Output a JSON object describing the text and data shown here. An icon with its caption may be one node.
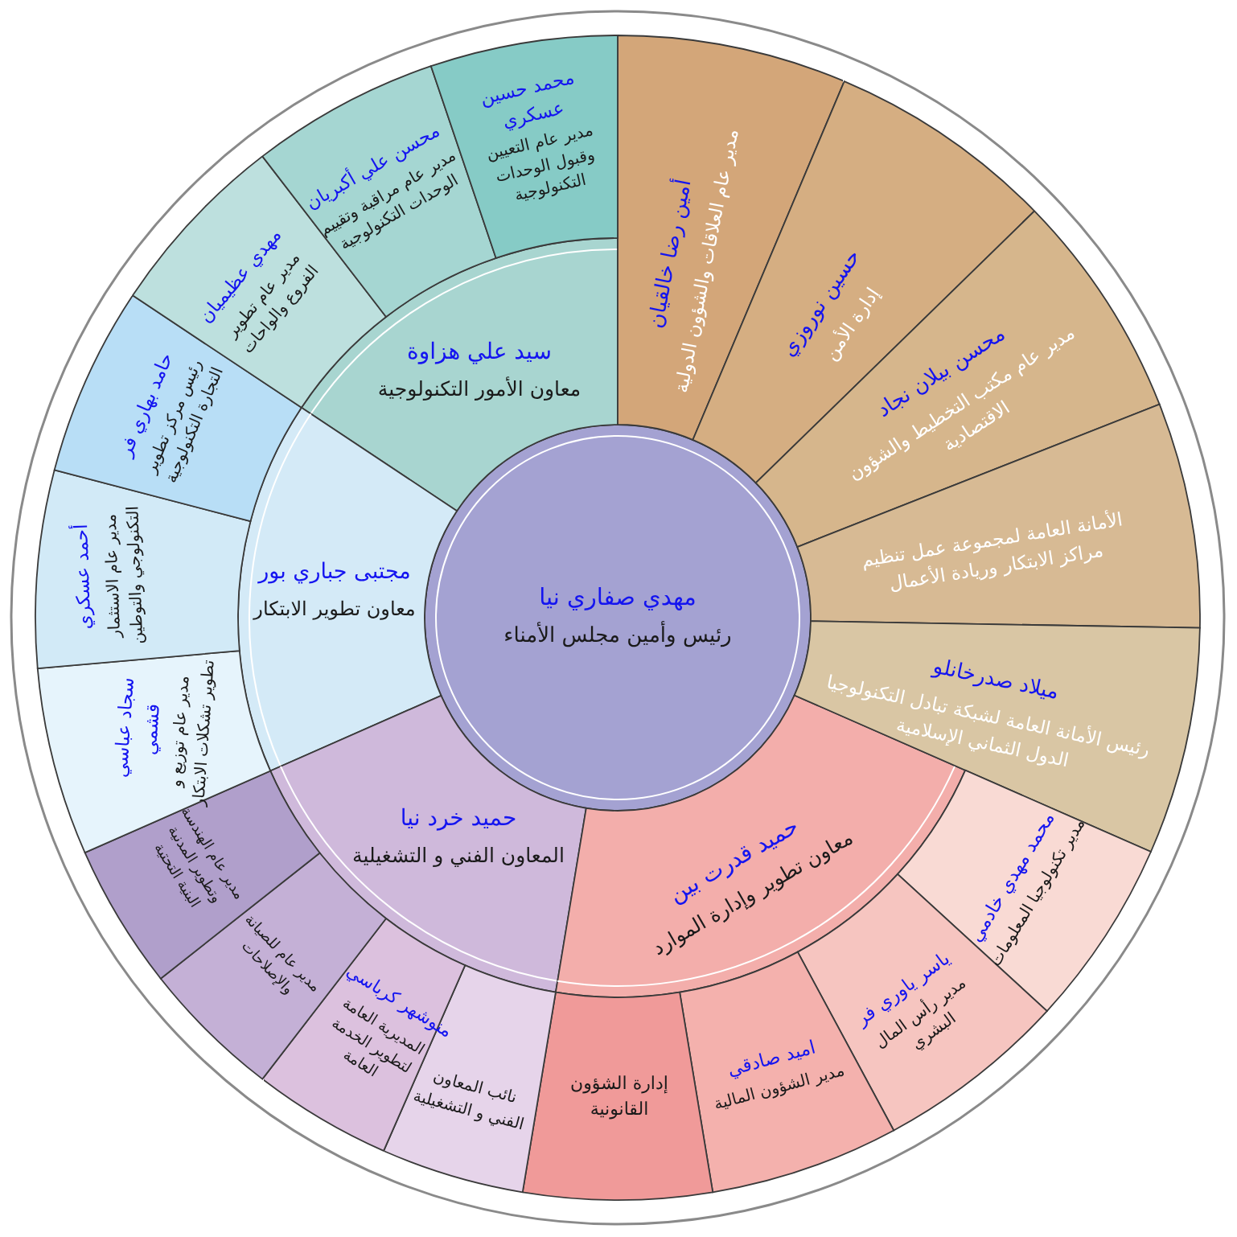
{
  "diagram": {
    "nodes": [
      {
        "text": [
          "مهدي صفاري نيا",
          "رئيس وأمين مجلس الأمناء"
        ]
      },
      {
        "text": [
          "سيد علي هزاوة",
          "معاون الأمور التكنولوجية"
        ]
      },
      {
        "text": [
          "مجتبى جباري بور",
          "معاون تطوير الابتكار"
        ]
      },
      {
        "text": [
          "حميد خرد نيا",
          "المعاون الفني و التشغيلية"
        ]
      },
      {
        "text": [
          "حميد قدرت بين",
          "معاون تطوير وإدارة الموارد"
        ]
      },
      {
        "text": [
          "أمين رضا خالقيان",
          "مدير عام العلاقات والشؤون الدولية"
        ]
      },
      {
        "text": [
          "حسين نوروزي",
          "إدارة الأمن"
        ]
      },
      {
        "text": [
          "محسن بيلان نجاد",
          "مدير عام مكتب التخطيط والشؤون الاقتصادية"
        ]
      },
      {
        "text": [
          "الأمانة العامة لمجموعة عمل تنظيم مراكز الابتكار وريادة الأعمال"
        ]
      },
      {
        "text": [
          "ميلاد صدرخانلو",
          "رئيس الأمانة العامة لشبكة تبادل التكنولوجيا الدول الثماني الإسلامية"
        ]
      },
      {
        "text": [
          "محمد مهدي خادمي",
          "مدير تكنولوجيا المعلومات"
        ]
      },
      {
        "text": [
          "ياسر ياوري فر",
          "مدير رأس المال البشري"
        ]
      },
      {
        "text": [
          "اميد صادقي",
          "مدير الشؤون المالية"
        ]
      },
      {
        "text": [
          "إدارة الشؤون القانونية"
        ]
      },
      {
        "text": [
          "نائب المعاون الفني و التشغيلية"
        ]
      },
      {
        "text": [
          "منوشهر كرباسي",
          "المديرية العامة لتطوير الخدمة العامة"
        ]
      },
      {
        "text": [
          "مدير عام للصيانة والإصلاحات"
        ]
      },
      {
        "text": [
          "مدير عام الهندسة وتطوير المدنية البنية التحتية"
        ]
      },
      {
        "text": [
          "سجاد عباسي قشمي",
          "مدير عام توزيع و تطوير تشكلات الابتكار"
        ]
      },
      {
        "text": [
          "أحمد عسكري",
          "مدير عام الاستثمار التكنولوجي والتوطين"
        ]
      },
      {
        "text": [
          "حامد بهاري فر",
          "رئيس مركز تطوير التجارة التكنولوجية"
        ]
      },
      {
        "text": [
          "مهدي عظيميان",
          "مدير عام تطوير الفروع والواحات"
        ]
      },
      {
        "text": [
          "محسن علي أكبريان",
          "مدير عام مراقبة وتقييم الوحدات التكنولوجية"
        ]
      },
      {
        "text": [
          "محمد حسين عسكري",
          "مدير عام التعيين وقبول الوحدات التكنولوجية"
        ]
      }
    ]
  }
}
